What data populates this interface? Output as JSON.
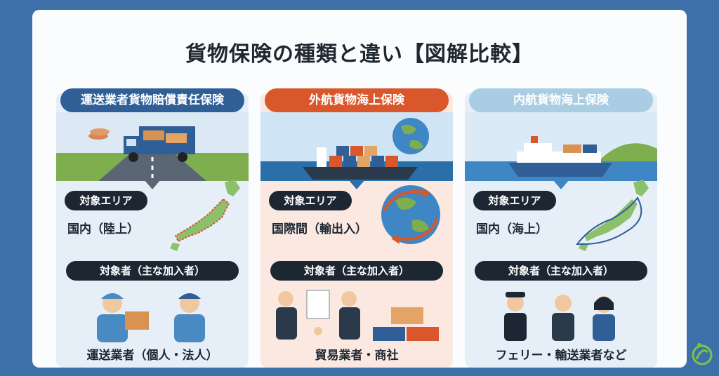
{
  "title": "貨物保険の種類と違い【図解比較】",
  "area_label": "対象エリア",
  "target_label": "対象者（主な加入者）",
  "panels": [
    {
      "header": "運送業者貨物賠償責任保険",
      "area": "国内（陸上）",
      "target": "運送業者（個人・法人）",
      "color": "#2f5f96"
    },
    {
      "header": "外航貨物海上保険",
      "area": "国際間（輸出入）",
      "target": "貿易業者・商社",
      "color": "#d9572b"
    },
    {
      "header": "内航貨物海上保険",
      "area": "国内（海上）",
      "target": "フェリー・輸送業者など",
      "color": "#a9cde3"
    }
  ]
}
